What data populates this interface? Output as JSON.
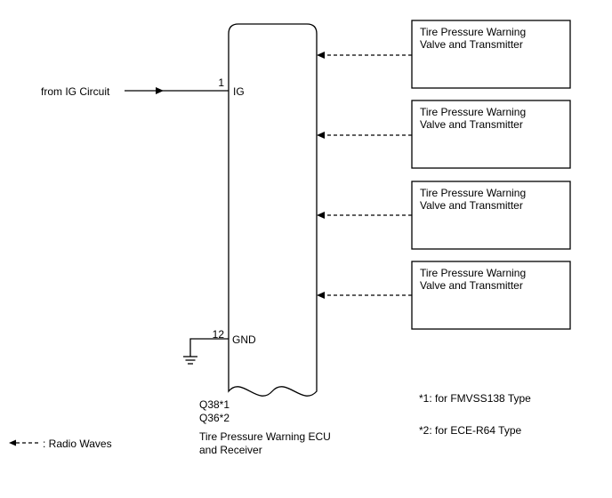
{
  "ecu": {
    "name_line1": "Tire Pressure Warning ECU",
    "name_line2": "and Receiver",
    "connector_1": "Q38*1",
    "connector_2": "Q36*2",
    "pins": [
      {
        "number": "1",
        "name": "IG"
      },
      {
        "number": "12",
        "name": "GND"
      }
    ]
  },
  "input_label": "from IG Circuit",
  "transmitters": [
    {
      "line1": "Tire Pressure Warning",
      "line2": "Valve and Transmitter"
    },
    {
      "line1": "Tire Pressure Warning",
      "line2": "Valve and Transmitter"
    },
    {
      "line1": "Tire Pressure Warning",
      "line2": "Valve and Transmitter"
    },
    {
      "line1": "Tire Pressure Warning",
      "line2": "Valve and Transmitter"
    }
  ],
  "notes": [
    "*1: for FMVSS138 Type",
    "*2: for ECE-R64 Type"
  ],
  "legend": {
    "label": ": Radio Waves"
  }
}
